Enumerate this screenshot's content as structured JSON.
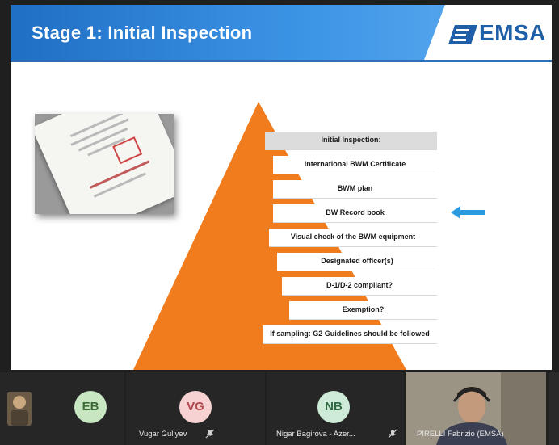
{
  "slide": {
    "title": "Stage 1: Initial Inspection",
    "logo_text": "EMSA",
    "steps": [
      "Initial Inspection:",
      "International BWM Certificate",
      "BWM plan",
      "BW Record book",
      "Visual check of the BWM equipment",
      "Designated officer(s)",
      "D-1/D-2 compliant?",
      "Exemption?",
      "If sampling: G2 Guidelines should be followed"
    ],
    "highlighted_step": "BW Record book",
    "colors": {
      "banner": "#2f86da",
      "pyramid": "#f07c1e",
      "arrow": "#2a9be0",
      "logo": "#1f5fa8"
    }
  },
  "participants": {
    "tile1": {
      "initials": "EB"
    },
    "tile2": {
      "initials": "VG",
      "name": "Vugar Guliyev"
    },
    "tile3": {
      "initials": "NB",
      "name": "Nigar Bagirova - Azer..."
    },
    "tile4": {
      "name": "PIRELLI Fabrizio (EMSA)"
    }
  }
}
